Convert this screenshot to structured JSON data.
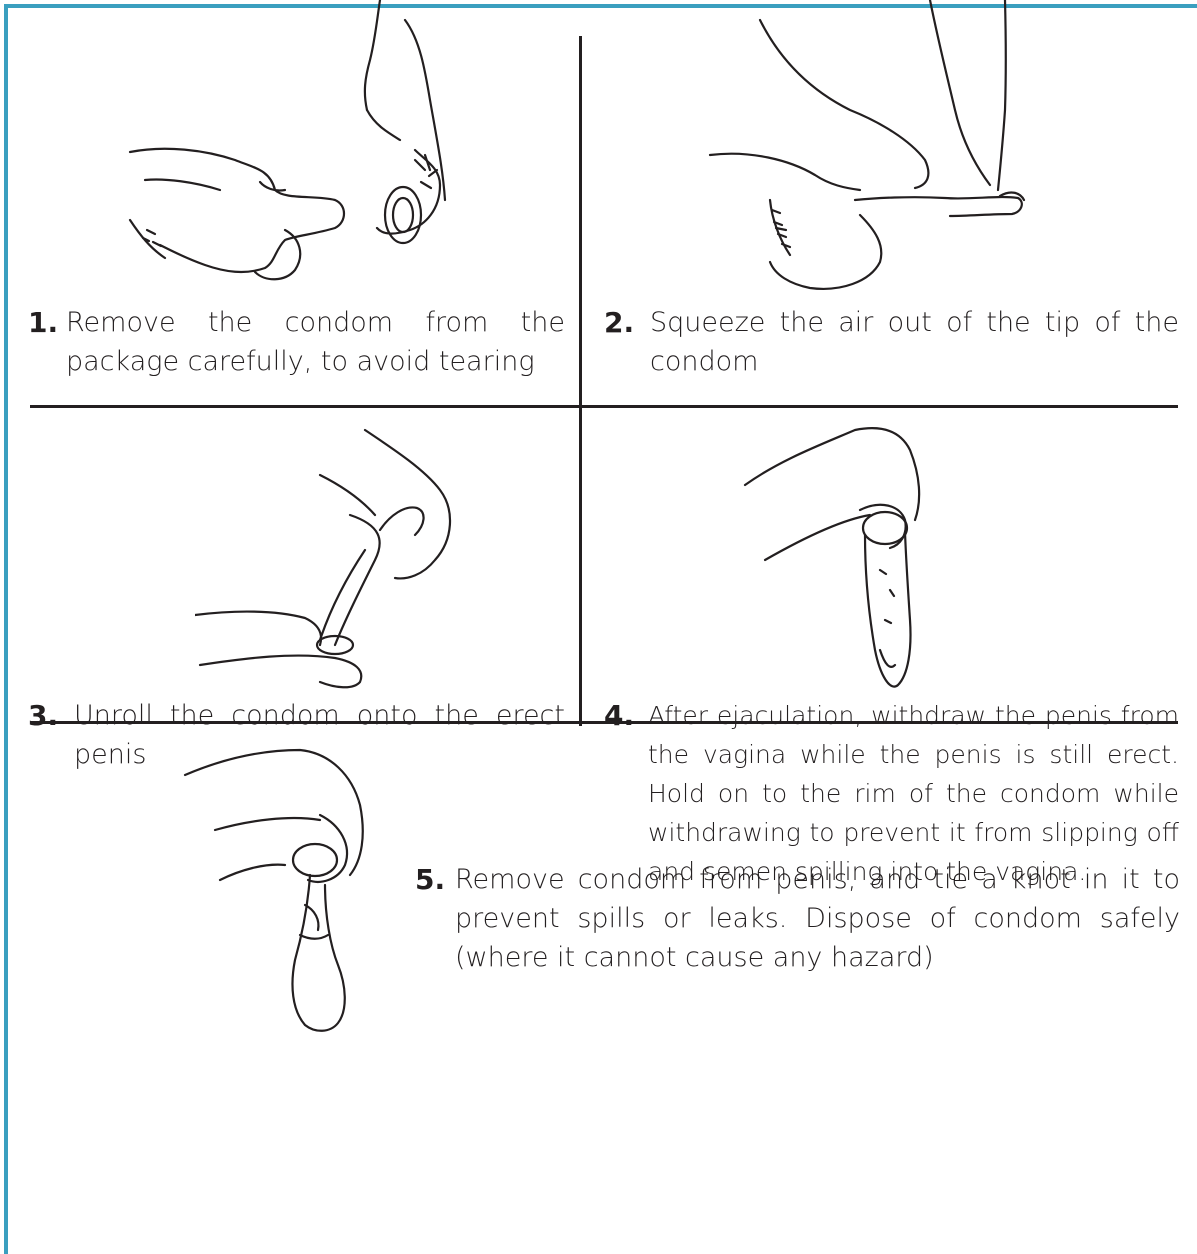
{
  "steps": [
    {
      "number": "1.",
      "text": "Remove the condom from the package carefully, to avoid tearing",
      "illustration": "hands-opening-condom-package"
    },
    {
      "number": "2.",
      "text": "Squeeze the air out of the tip of the condom",
      "illustration": "hand-squeezing-condom-tip"
    },
    {
      "number": "3.",
      "text": "Unroll the condom onto the erect penis",
      "illustration": "hands-unrolling-condom"
    },
    {
      "number": "4.",
      "text": "After ejaculation, withdraw the penis from the vagina while the penis is still erect. Hold on to the rim of the condom while withdrawing to prevent it from slipping off and semen spilling into the vagina.",
      "illustration": "hand-holding-condom-rim"
    },
    {
      "number": "5.",
      "text": "Remove condom from penis, and tie a knot in it to prevent spills or leaks. Dispose of condom safely (where it cannot cause any hazard)",
      "illustration": "hand-holding-knotted-condom"
    }
  ],
  "colors": {
    "frame": "#3a9fbf",
    "rules": "#231f20",
    "ink": "#231f20"
  }
}
